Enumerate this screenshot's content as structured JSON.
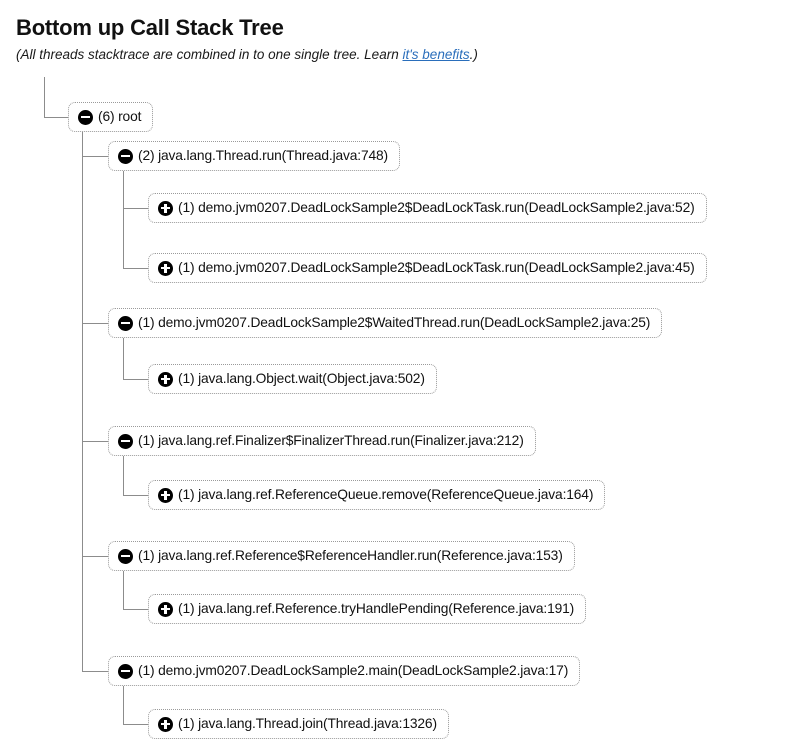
{
  "header": {
    "title": "Bottom up Call Stack Tree",
    "subtitle_prefix": "(All threads stacktrace are combined in to one single tree. Learn ",
    "link_text": "it's benefits",
    "subtitle_suffix": ".)"
  },
  "colors": {
    "background": "#ffffff",
    "text": "#111111",
    "link": "#2a6ebb",
    "node_border": "#9a9a9a",
    "connector": "#8c8c8c",
    "icon": "#000000"
  },
  "tree": {
    "root": {
      "id": "root",
      "icon": "minus-circle-icon",
      "expanded": true,
      "count": "(6)",
      "label": "(6) root",
      "frame": "root"
    },
    "nodes": [
      {
        "id": "thread-run",
        "icon": "minus-circle-icon",
        "expanded": true,
        "count": "(2)",
        "label": "(2) java.lang.Thread.run(Thread.java:748)",
        "frame": "java.lang.Thread.run(Thread.java:748)",
        "children": [
          {
            "id": "deadlocktask-run-52",
            "icon": "plus-circle-icon",
            "expanded": false,
            "count": "(1)",
            "label": "(1) demo.jvm0207.DeadLockSample2$DeadLockTask.run(DeadLockSample2.java:52)",
            "frame": "demo.jvm0207.DeadLockSample2$DeadLockTask.run(DeadLockSample2.java:52)"
          },
          {
            "id": "deadlocktask-run-45",
            "icon": "plus-circle-icon",
            "expanded": false,
            "count": "(1)",
            "label": "(1) demo.jvm0207.DeadLockSample2$DeadLockTask.run(DeadLockSample2.java:45)",
            "frame": "demo.jvm0207.DeadLockSample2$DeadLockTask.run(DeadLockSample2.java:45)"
          }
        ]
      },
      {
        "id": "waitedthread-run-25",
        "icon": "minus-circle-icon",
        "expanded": true,
        "count": "(1)",
        "label": "(1) demo.jvm0207.DeadLockSample2$WaitedThread.run(DeadLockSample2.java:25)",
        "frame": "demo.jvm0207.DeadLockSample2$WaitedThread.run(DeadLockSample2.java:25)",
        "children": [
          {
            "id": "object-wait-502",
            "icon": "plus-circle-icon",
            "expanded": false,
            "count": "(1)",
            "label": "(1) java.lang.Object.wait(Object.java:502)",
            "frame": "java.lang.Object.wait(Object.java:502)"
          }
        ]
      },
      {
        "id": "finalizerthread-run-212",
        "icon": "minus-circle-icon",
        "expanded": true,
        "count": "(1)",
        "label": "(1) java.lang.ref.Finalizer$FinalizerThread.run(Finalizer.java:212)",
        "frame": "java.lang.ref.Finalizer$FinalizerThread.run(Finalizer.java:212)",
        "children": [
          {
            "id": "referencequeue-remove-164",
            "icon": "plus-circle-icon",
            "expanded": false,
            "count": "(1)",
            "label": "(1) java.lang.ref.ReferenceQueue.remove(ReferenceQueue.java:164)",
            "frame": "java.lang.ref.ReferenceQueue.remove(ReferenceQueue.java:164)"
          }
        ]
      },
      {
        "id": "referencehandler-run-153",
        "icon": "minus-circle-icon",
        "expanded": true,
        "count": "(1)",
        "label": "(1) java.lang.ref.Reference$ReferenceHandler.run(Reference.java:153)",
        "frame": "java.lang.ref.Reference$ReferenceHandler.run(Reference.java:153)",
        "children": [
          {
            "id": "reference-tryhandlepending-191",
            "icon": "plus-circle-icon",
            "expanded": false,
            "count": "(1)",
            "label": "(1) java.lang.ref.Reference.tryHandlePending(Reference.java:191)",
            "frame": "java.lang.ref.Reference.tryHandlePending(Reference.java:191)"
          }
        ]
      },
      {
        "id": "deadlocksample2-main-17",
        "icon": "minus-circle-icon",
        "expanded": true,
        "count": "(1)",
        "label": "(1) demo.jvm0207.DeadLockSample2.main(DeadLockSample2.java:17)",
        "frame": "demo.jvm0207.DeadLockSample2.main(DeadLockSample2.java:17)",
        "children": [
          {
            "id": "thread-join-1326",
            "icon": "plus-circle-icon",
            "expanded": false,
            "count": "(1)",
            "label": "(1) java.lang.Thread.join(Thread.java:1326)",
            "frame": "java.lang.Thread.join(Thread.java:1326)"
          }
        ]
      }
    ]
  }
}
